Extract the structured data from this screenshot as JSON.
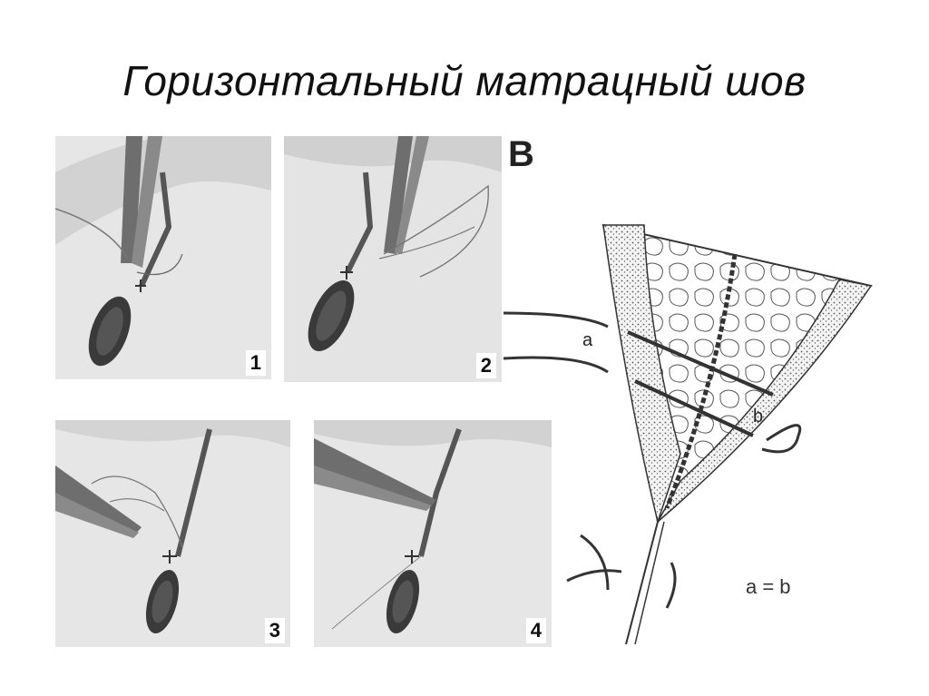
{
  "slide": {
    "title": "Горизонтальный матрацный шов"
  },
  "photos": [
    {
      "number": "1"
    },
    {
      "number": "2"
    },
    {
      "number": "3"
    },
    {
      "number": "4"
    }
  ],
  "diagram": {
    "panel_letter": "B",
    "label_a": "a",
    "label_b": "b",
    "equation": "a = b"
  }
}
